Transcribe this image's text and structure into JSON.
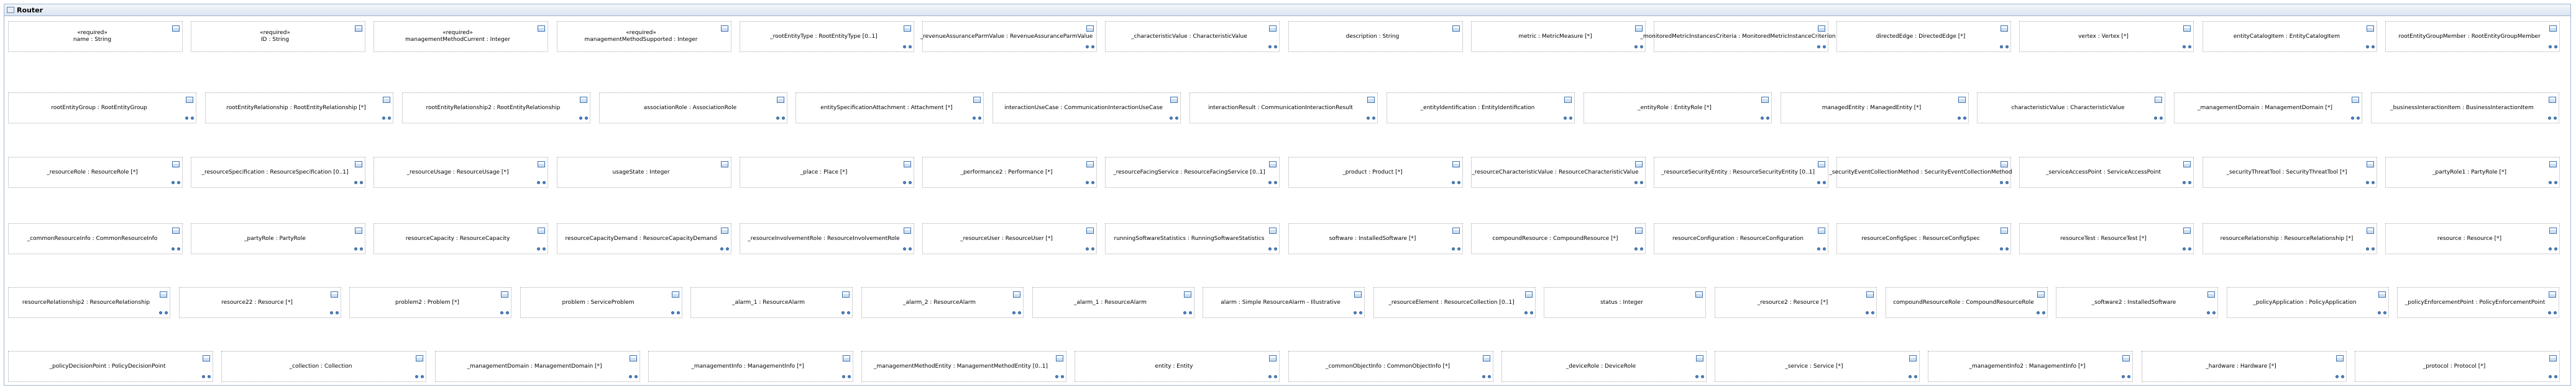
{
  "diagram": {
    "title": "Router",
    "rows": [
      [
        {
          "label": "«required»\nname : String",
          "link": false
        },
        {
          "label": "«required»\nID : String",
          "link": false
        },
        {
          "label": "«required»\nmanagementMethodCurrent : Integer",
          "link": false
        },
        {
          "label": "«required»\nmanagementMethodSupported : Integer",
          "link": false
        },
        {
          "label": "_rootEntityType : RootEntityType [0..1]",
          "link": true
        },
        {
          "label": "_revenueAssuranceParmValue : RevenueAssuranceParmValue",
          "link": true
        },
        {
          "label": "_characteristicValue : CharacteristicValue",
          "link": true
        },
        {
          "label": "description : String",
          "link": false
        },
        {
          "label": "metric : MetricMeasure [*]",
          "link": true
        },
        {
          "label": "_monitoredMetricInstancesCriteria : MonitoredMetricInstanceCriterion",
          "link": true
        },
        {
          "label": "directedEdge : DirectedEdge [*]",
          "link": true
        },
        {
          "label": "vertex : Vertex [*]",
          "link": true
        },
        {
          "label": "entityCatalogItem : EntityCatalogItem",
          "link": true
        },
        {
          "label": "rootEntityGroupMember : RootEntityGroupMember",
          "link": true
        }
      ],
      [
        {
          "label": "rootEntityGroup : RootEntityGroup",
          "link": true
        },
        {
          "label": "rootEntityRelationship : RootEntityRelationship [*]",
          "link": true
        },
        {
          "label": "rootEntityRelationship2 : RootEntityRelationship",
          "link": true
        },
        {
          "label": "associationRole : AssociationRole",
          "link": true
        },
        {
          "label": "entitySpecificationAttachment : Attachment [*]",
          "link": true
        },
        {
          "label": "interactionUseCase : CommunicationInteractionUseCase",
          "link": true
        },
        {
          "label": "interactionResult : CommunicationInteractionResult",
          "link": true
        },
        {
          "label": "_entityIdentification : EntityIdentification",
          "link": true
        },
        {
          "label": "_entityRole : EntityRole [*]",
          "link": true
        },
        {
          "label": "managedEntity : ManagedEntity [*]",
          "link": true
        },
        {
          "label": "characteristicValue : CharacteristicValue",
          "link": true
        },
        {
          "label": "_managementDomain : ManagementDomain [*]",
          "link": true
        },
        {
          "label": "_businessInteractionItem : BusinessInteractionItem",
          "link": true
        }
      ],
      [
        {
          "label": "_resourceRole : ResourceRole [*]",
          "link": true
        },
        {
          "label": "_resourceSpecification : ResourceSpecification [0..1]",
          "link": true
        },
        {
          "label": "_resourceUsage : ResourceUsage [*]",
          "link": true
        },
        {
          "label": "usageState : Integer",
          "link": false
        },
        {
          "label": "_place : Place [*]",
          "link": true
        },
        {
          "label": "_performance2 : Performance [*]",
          "link": true
        },
        {
          "label": "_resourceFacingService : ResourceFacingService [0..1]",
          "link": true
        },
        {
          "label": "_product : Product [*]",
          "link": true
        },
        {
          "label": "_resourceCharacteristicValue : ResourceCharacteristicValue",
          "link": true
        },
        {
          "label": "_resourceSecurityEntity : ResourceSecurityEntity [0..1]",
          "link": true
        },
        {
          "label": "_securityEventCollectionMethod : SecurityEventCollectionMethod",
          "link": true
        },
        {
          "label": "_serviceAccessPoint : ServiceAccessPoint",
          "link": true
        },
        {
          "label": "_securityThreatTool : SecurityThreatTool [*]",
          "link": true
        },
        {
          "label": "_partyRole1 : PartyRole [*]",
          "link": true
        }
      ],
      [
        {
          "label": "_commonResourceInfo : CommonResourceInfo",
          "link": true
        },
        {
          "label": "_partyRole : PartyRole",
          "link": true
        },
        {
          "label": "resourceCapacity : ResourceCapacity",
          "link": true
        },
        {
          "label": "resourceCapacityDemand : ResourceCapacityDemand",
          "link": true
        },
        {
          "label": "_resourceInvolvementRole : ResourceInvolvementRole",
          "link": true
        },
        {
          "label": "_resourceUser : ResourceUser [*]",
          "link": true
        },
        {
          "label": "runningSoftwareStatistics : RunningSoftwareStatistics",
          "link": true
        },
        {
          "label": "software : InstalledSoftware [*]",
          "link": true
        },
        {
          "label": "compoundResource : CompoundResource [*]",
          "link": true
        },
        {
          "label": "resourceConfiguration : ResourceConfiguration",
          "link": true
        },
        {
          "label": "resourceConfigSpec : ResourceConfigSpec",
          "link": true
        },
        {
          "label": "resourceTest : ResourceTest [*]",
          "link": true
        },
        {
          "label": "resourceRelationship : ResourceRelationship [*]",
          "link": true
        },
        {
          "label": "resource : Resource [*]",
          "link": true
        }
      ],
      [
        {
          "label": "resourceRelationship2 : ResourceRelationship",
          "link": true
        },
        {
          "label": "resource22 : Resource [*]",
          "link": true
        },
        {
          "label": "problem2 : Problem [*]",
          "link": true
        },
        {
          "label": "problem : ServiceProblem",
          "link": true
        },
        {
          "label": "_alarm_1 : ResourceAlarm",
          "link": true
        },
        {
          "label": "_alarm_2 : ResourceAlarm",
          "link": true
        },
        {
          "label": "_alarm_1 : ResourceAlarm",
          "link": true
        },
        {
          "label": "alarm : Simple ResourceAlarm - Illustrative",
          "link": true
        },
        {
          "label": "_resourceElement : ResourceCollection [0..1]",
          "link": true
        },
        {
          "label": "status : Integer",
          "link": false
        },
        {
          "label": "_resource2 : Resource [*]",
          "link": true
        },
        {
          "label": "compoundResourceRole : CompoundResourceRole",
          "link": true
        },
        {
          "label": "_software2 : InstalledSoftware",
          "link": true
        },
        {
          "label": "_policyApplication : PolicyApplication",
          "link": true
        },
        {
          "label": "_policyEnforcementPoint : PolicyEnforcementPoint",
          "link": true
        }
      ],
      [
        {
          "label": "_policyDecisionPoint : PolicyDecisionPoint",
          "link": true
        },
        {
          "label": "_collection : Collection",
          "link": true
        },
        {
          "label": "_managementDomain : ManagementDomain [*]",
          "link": true
        },
        {
          "label": "_managementInfo : ManagementInfo [*]",
          "link": true
        },
        {
          "label": "_managementMethodEntity : ManagementMethodEntity [0..1]",
          "link": true
        },
        {
          "label": "entity : Entity",
          "link": true
        },
        {
          "label": "_commonObjectInfo : CommonObjectInfo [*]",
          "link": true
        },
        {
          "label": "_deviceRole : DeviceRole",
          "link": true
        },
        {
          "label": "_service : Service [*]",
          "link": true
        },
        {
          "label": "_managementInfo2 : ManagementInfo [*]",
          "link": true
        },
        {
          "label": "_hardware : Hardware [*]",
          "link": true
        },
        {
          "label": "_protocol : Protocol [*]",
          "link": true
        }
      ]
    ]
  }
}
